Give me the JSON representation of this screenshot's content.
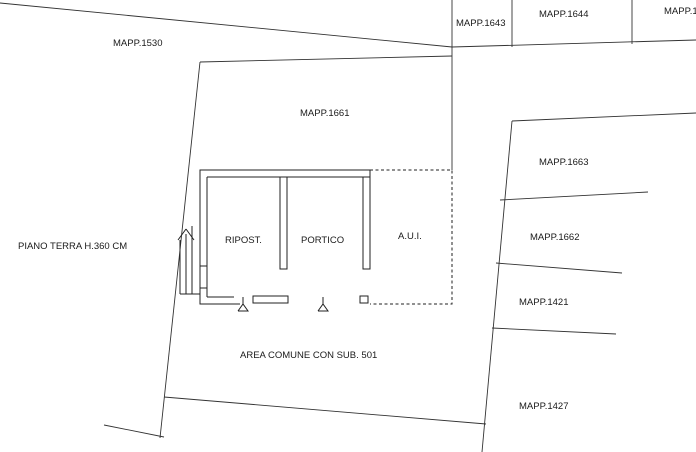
{
  "parcels": {
    "mapp_1530": "MAPP.1530",
    "mapp_1643": "MAPP.1643",
    "mapp_1644": "MAPP.1644",
    "mapp_edge": "MAPP.1",
    "mapp_1661": "MAPP.1661",
    "mapp_1663": "MAPP.1663",
    "mapp_1662": "MAPP.1662",
    "mapp_1421": "MAPP.1421",
    "mapp_1427": "MAPP.1427"
  },
  "rooms": {
    "ripost": "RIPOST.",
    "portico": "PORTICO",
    "aui": "A.U.I."
  },
  "labels": {
    "floor": "PIANO TERRA H.360 CM",
    "common_area": "AREA COMUNE CON SUB. 501"
  }
}
